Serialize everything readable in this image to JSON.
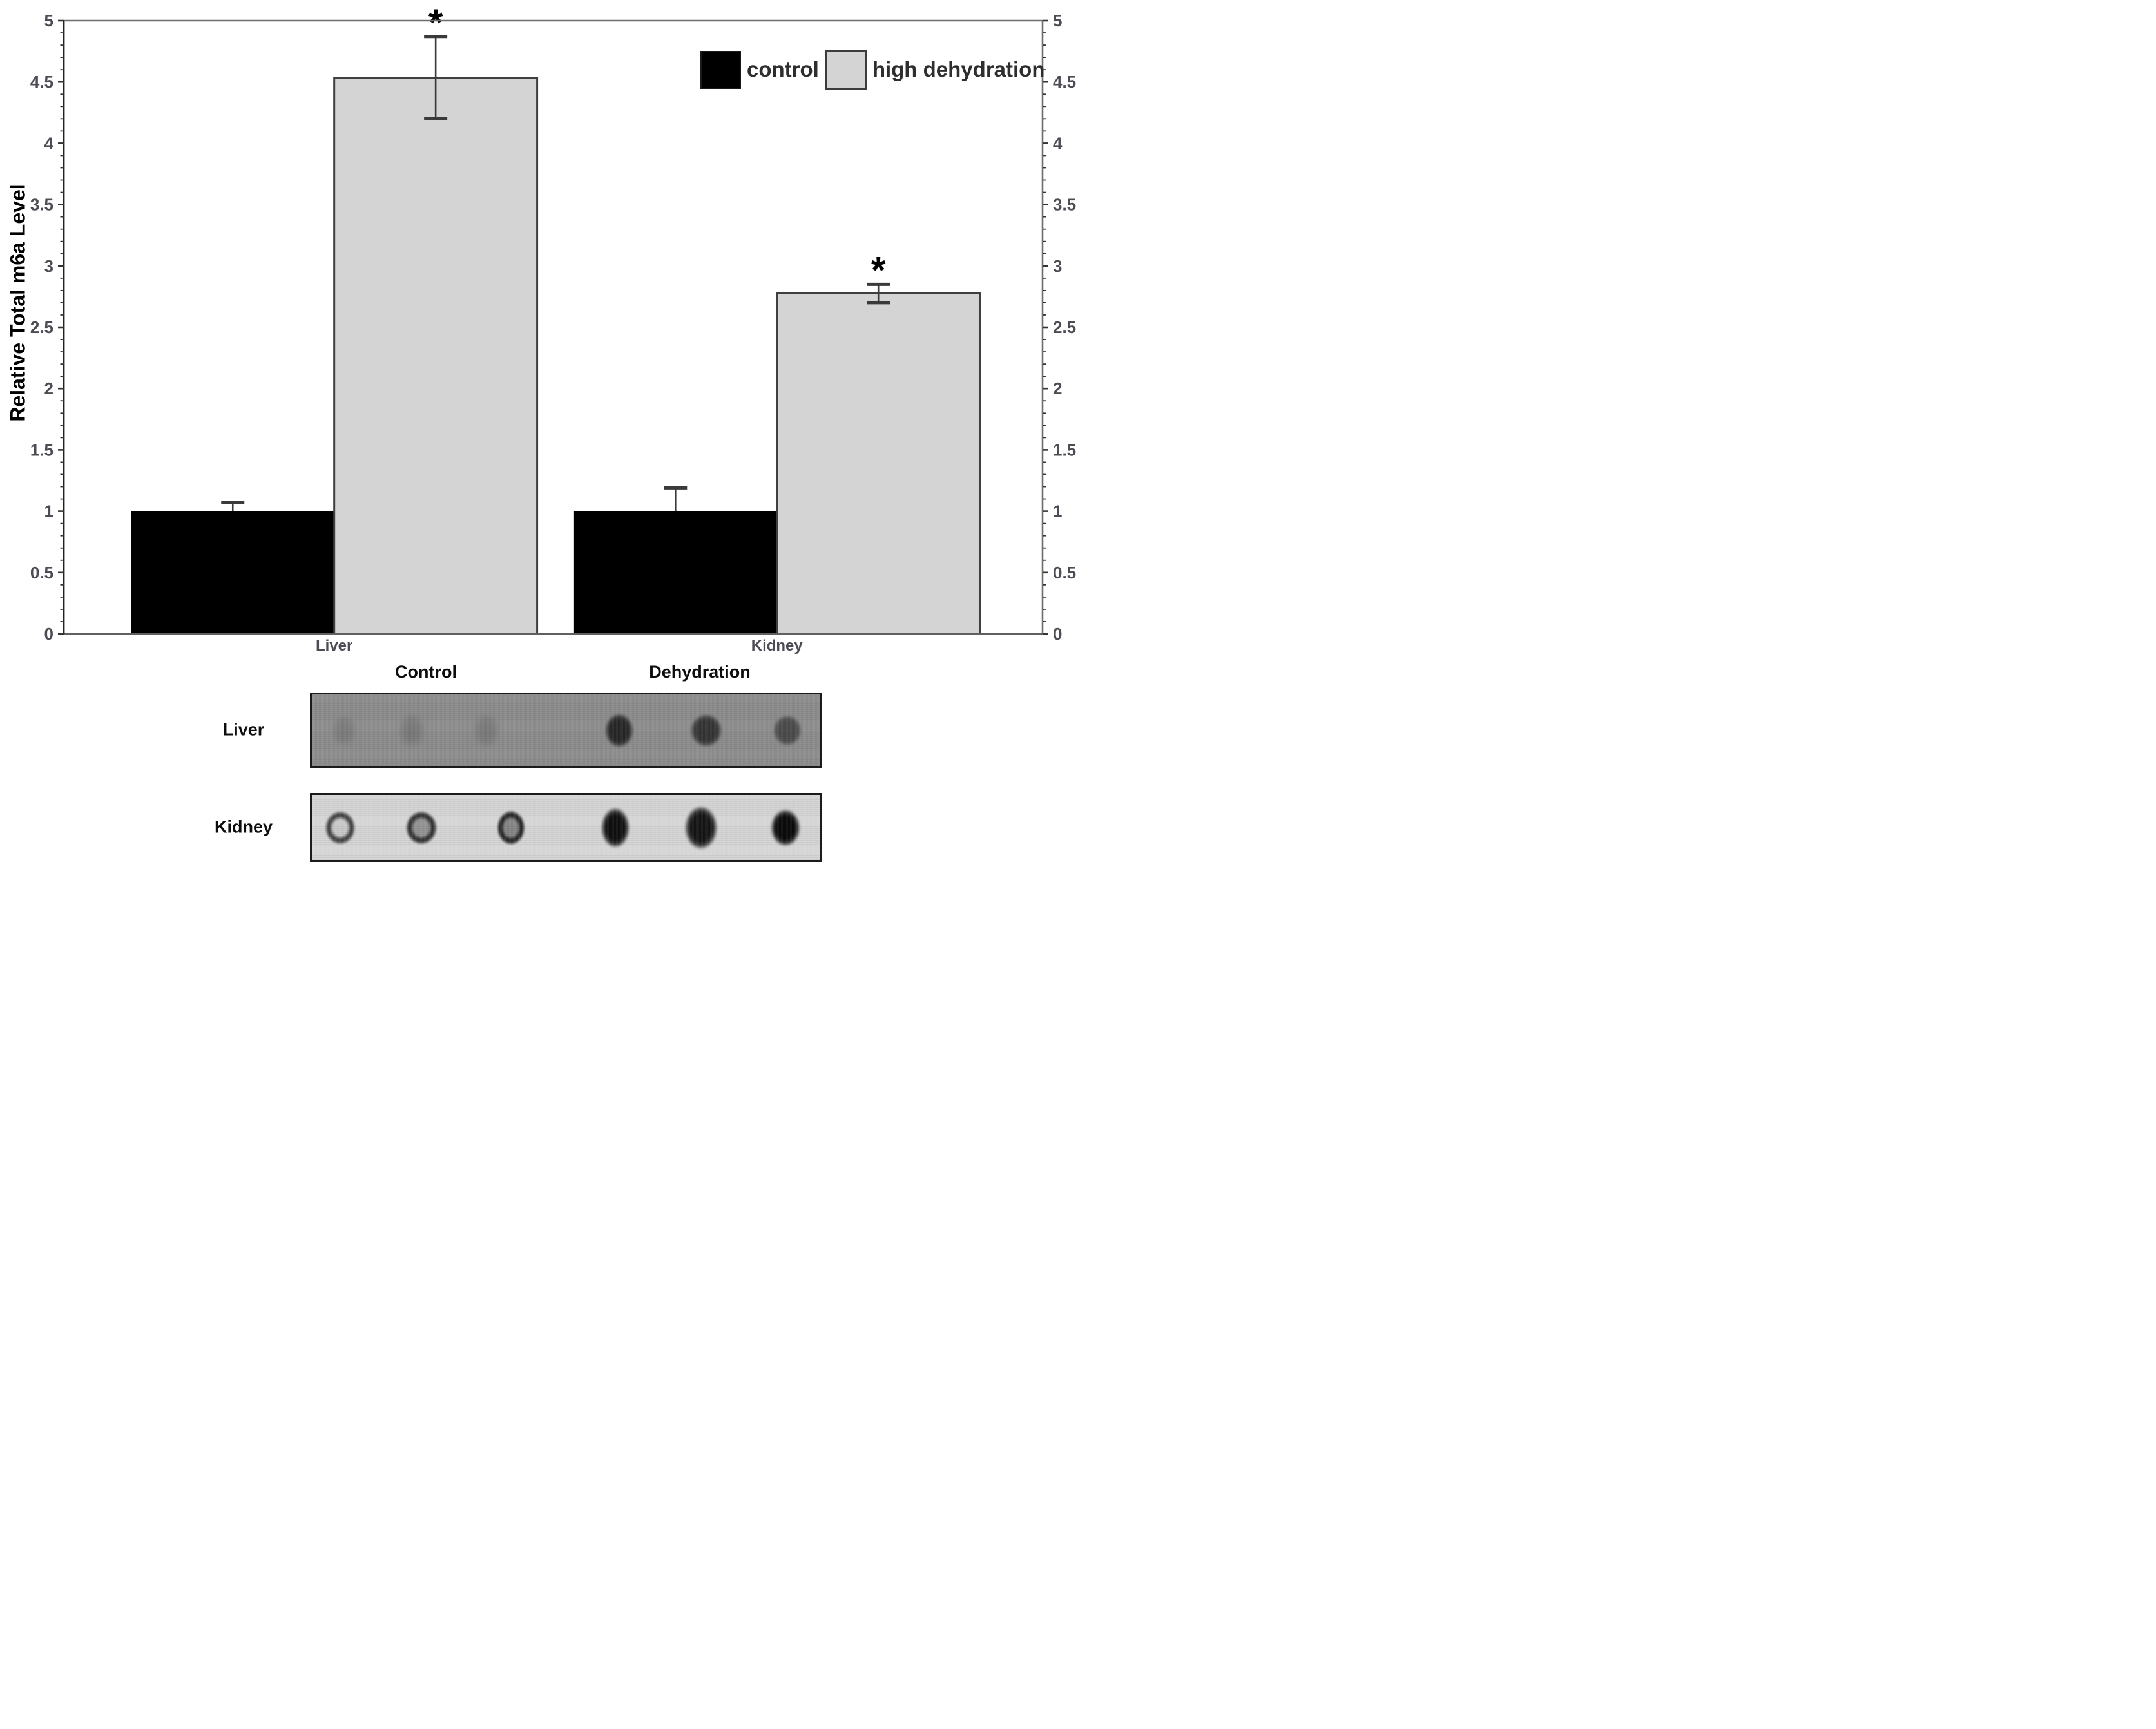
{
  "y_axis": {
    "label": "Relative Total m6a Level",
    "min": 0,
    "max": 5,
    "major_step": 0.5,
    "minor_step": 0.1,
    "tick_labels": [
      "0",
      "0.5",
      "1",
      "1.5",
      "2",
      "2.5",
      "3",
      "3.5",
      "4",
      "4.5",
      "5"
    ],
    "sides": [
      "left",
      "right"
    ]
  },
  "legend": {
    "items": [
      {
        "label": "control",
        "swatch": "#000000",
        "border": "#1a1a1a"
      },
      {
        "label": "high dehydration",
        "swatch": "#d4d4d4",
        "border": "#3c3c3c"
      }
    ]
  },
  "chart_data": {
    "type": "bar",
    "categories": [
      "Liver",
      "Kidney"
    ],
    "series": [
      {
        "name": "control",
        "color": "#000000",
        "values": [
          1.0,
          1.0
        ],
        "error_up": [
          0.07,
          0.19
        ],
        "error_down": [
          0,
          0
        ],
        "significant": [
          false,
          false
        ]
      },
      {
        "name": "high dehydration",
        "color": "#d4d4d4",
        "values": [
          4.53,
          2.78
        ],
        "error_up": [
          0.34,
          0.07
        ],
        "error_down": [
          0.33,
          0.08
        ],
        "significant": [
          true,
          true
        ]
      }
    ],
    "title": "",
    "xlabel": "",
    "ylabel": "Relative Total m6a Level",
    "ylim": [
      0,
      5
    ],
    "grid": false,
    "legend_position": "top-right",
    "significance_marker": "*"
  },
  "blot_panel": {
    "column_headers": [
      "Control",
      "Dehydration"
    ],
    "rows": [
      {
        "label": "Liver",
        "background": "#8b8b8b",
        "dots": [
          {
            "x": 0.064,
            "w": 54,
            "h": 66,
            "style": "faint",
            "color": "#6e6e6e"
          },
          {
            "x": 0.196,
            "w": 58,
            "h": 72,
            "style": "faint",
            "color": "#696969"
          },
          {
            "x": 0.343,
            "w": 58,
            "h": 72,
            "style": "faint",
            "color": "#6b6b6b"
          },
          {
            "x": 0.604,
            "w": 54,
            "h": 64,
            "style": "solid",
            "color": "#262626"
          },
          {
            "x": 0.776,
            "w": 60,
            "h": 62,
            "style": "solid",
            "color": "#333333"
          },
          {
            "x": 0.935,
            "w": 54,
            "h": 58,
            "style": "solid",
            "color": "#4a4a4a"
          }
        ]
      },
      {
        "label": "Kidney",
        "background": "#d5d5d5",
        "dots": [
          {
            "x": 0.056,
            "w": 58,
            "h": 64,
            "style": "ring",
            "color": "#c9c9c9",
            "rim": "#3c3c3c"
          },
          {
            "x": 0.215,
            "w": 60,
            "h": 64,
            "style": "ring",
            "color": "#939393",
            "rim": "#2c2c2c"
          },
          {
            "x": 0.392,
            "w": 54,
            "h": 66,
            "style": "ring",
            "color": "#848484",
            "rim": "#1f1f1f"
          },
          {
            "x": 0.597,
            "w": 54,
            "h": 76,
            "style": "solid",
            "color": "#0f0f0f"
          },
          {
            "x": 0.765,
            "w": 62,
            "h": 82,
            "style": "solid",
            "color": "#141414"
          },
          {
            "x": 0.932,
            "w": 56,
            "h": 70,
            "style": "solid",
            "color": "#0a0a0a"
          }
        ]
      }
    ]
  }
}
